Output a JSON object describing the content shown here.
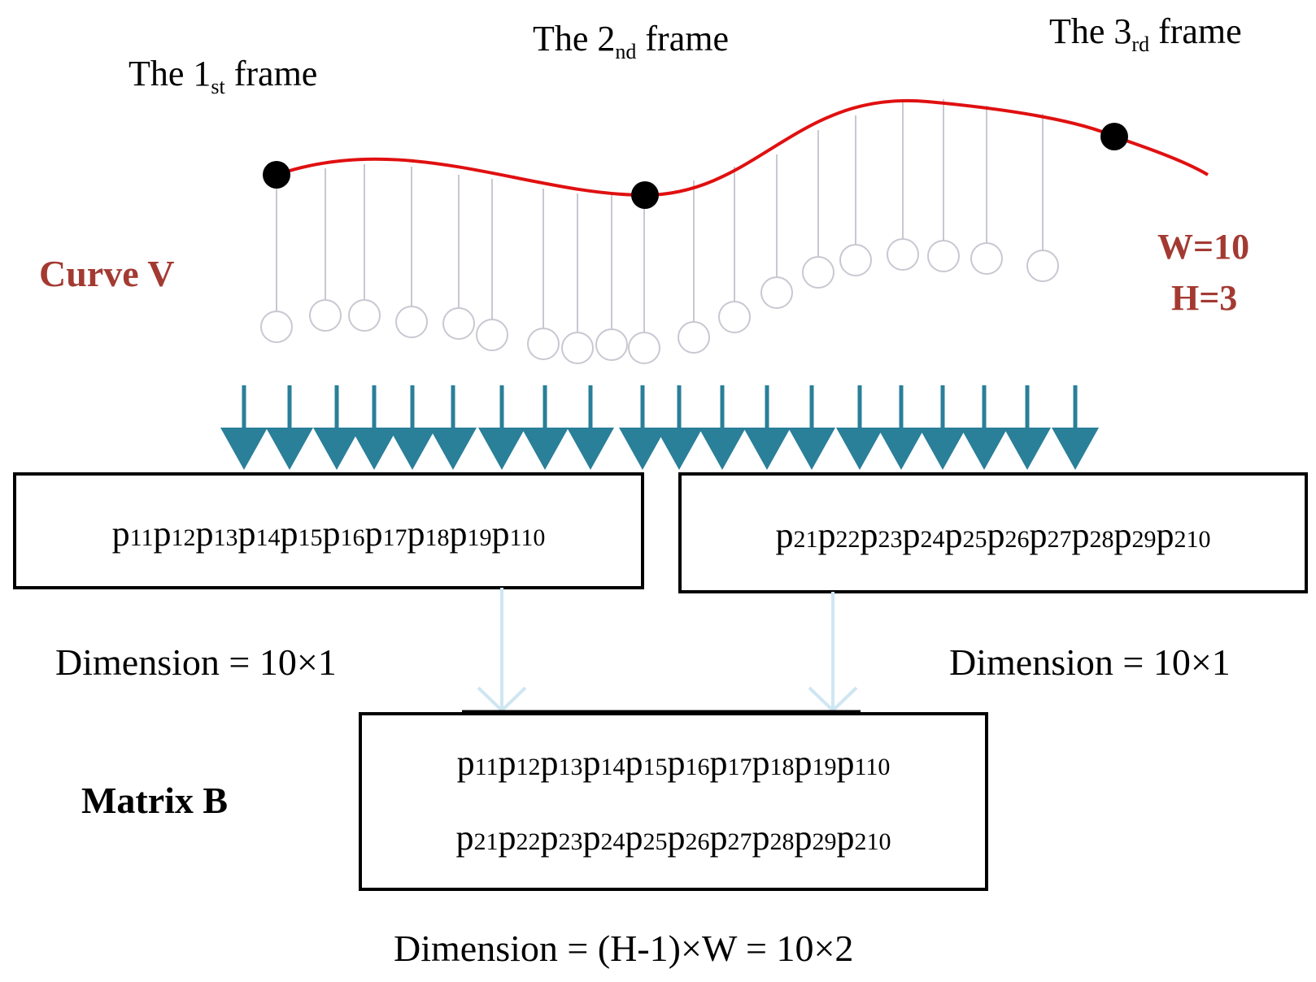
{
  "frames": [
    {
      "prefix": "The ",
      "number": "1",
      "suffix": "st",
      "word": " frame"
    },
    {
      "prefix": "The ",
      "number": "2",
      "suffix": "nd",
      "word": " frame"
    },
    {
      "prefix": "The ",
      "number": "3",
      "suffix": "rd",
      "word": " frame"
    }
  ],
  "curve_label": "Curve V",
  "params": {
    "w": "W=10",
    "h": "H=3"
  },
  "boxes": {
    "frame1": [
      {
        "p": "p",
        "s": "11"
      },
      {
        "p": "p",
        "s": "12"
      },
      {
        "p": "p",
        "s": "13"
      },
      {
        "p": "p",
        "s": "14"
      },
      {
        "p": "p",
        "s": "15"
      },
      {
        "p": "p",
        "s": "16"
      },
      {
        "p": "p",
        "s": "17"
      },
      {
        "p": "p",
        "s": "18"
      },
      {
        "p": "p",
        "s": "19"
      },
      {
        "p": "p",
        "s": "110"
      }
    ],
    "frame2": [
      {
        "p": "p",
        "s": "21"
      },
      {
        "p": "p",
        "s": "22"
      },
      {
        "p": "p",
        "s": "23"
      },
      {
        "p": "p",
        "s": "24"
      },
      {
        "p": "p",
        "s": "25"
      },
      {
        "p": "p",
        "s": "26"
      },
      {
        "p": "p",
        "s": "27"
      },
      {
        "p": "p",
        "s": "28"
      },
      {
        "p": "p",
        "s": "29"
      },
      {
        "p": "p",
        "s": "210"
      }
    ]
  },
  "dimension_left": "Dimension = 10×1",
  "dimension_right": "Dimension = 10×1",
  "matrix_label": "Matrix B",
  "dimension_bottom": "Dimension = (H-1)×W = 10×2",
  "colors": {
    "curve": "#e01010",
    "label_red": "#a33a32",
    "arrow": "#2a7f99",
    "stem": "#c8c8d2",
    "light_arrow": "#cfe6f2",
    "black": "#000000"
  }
}
